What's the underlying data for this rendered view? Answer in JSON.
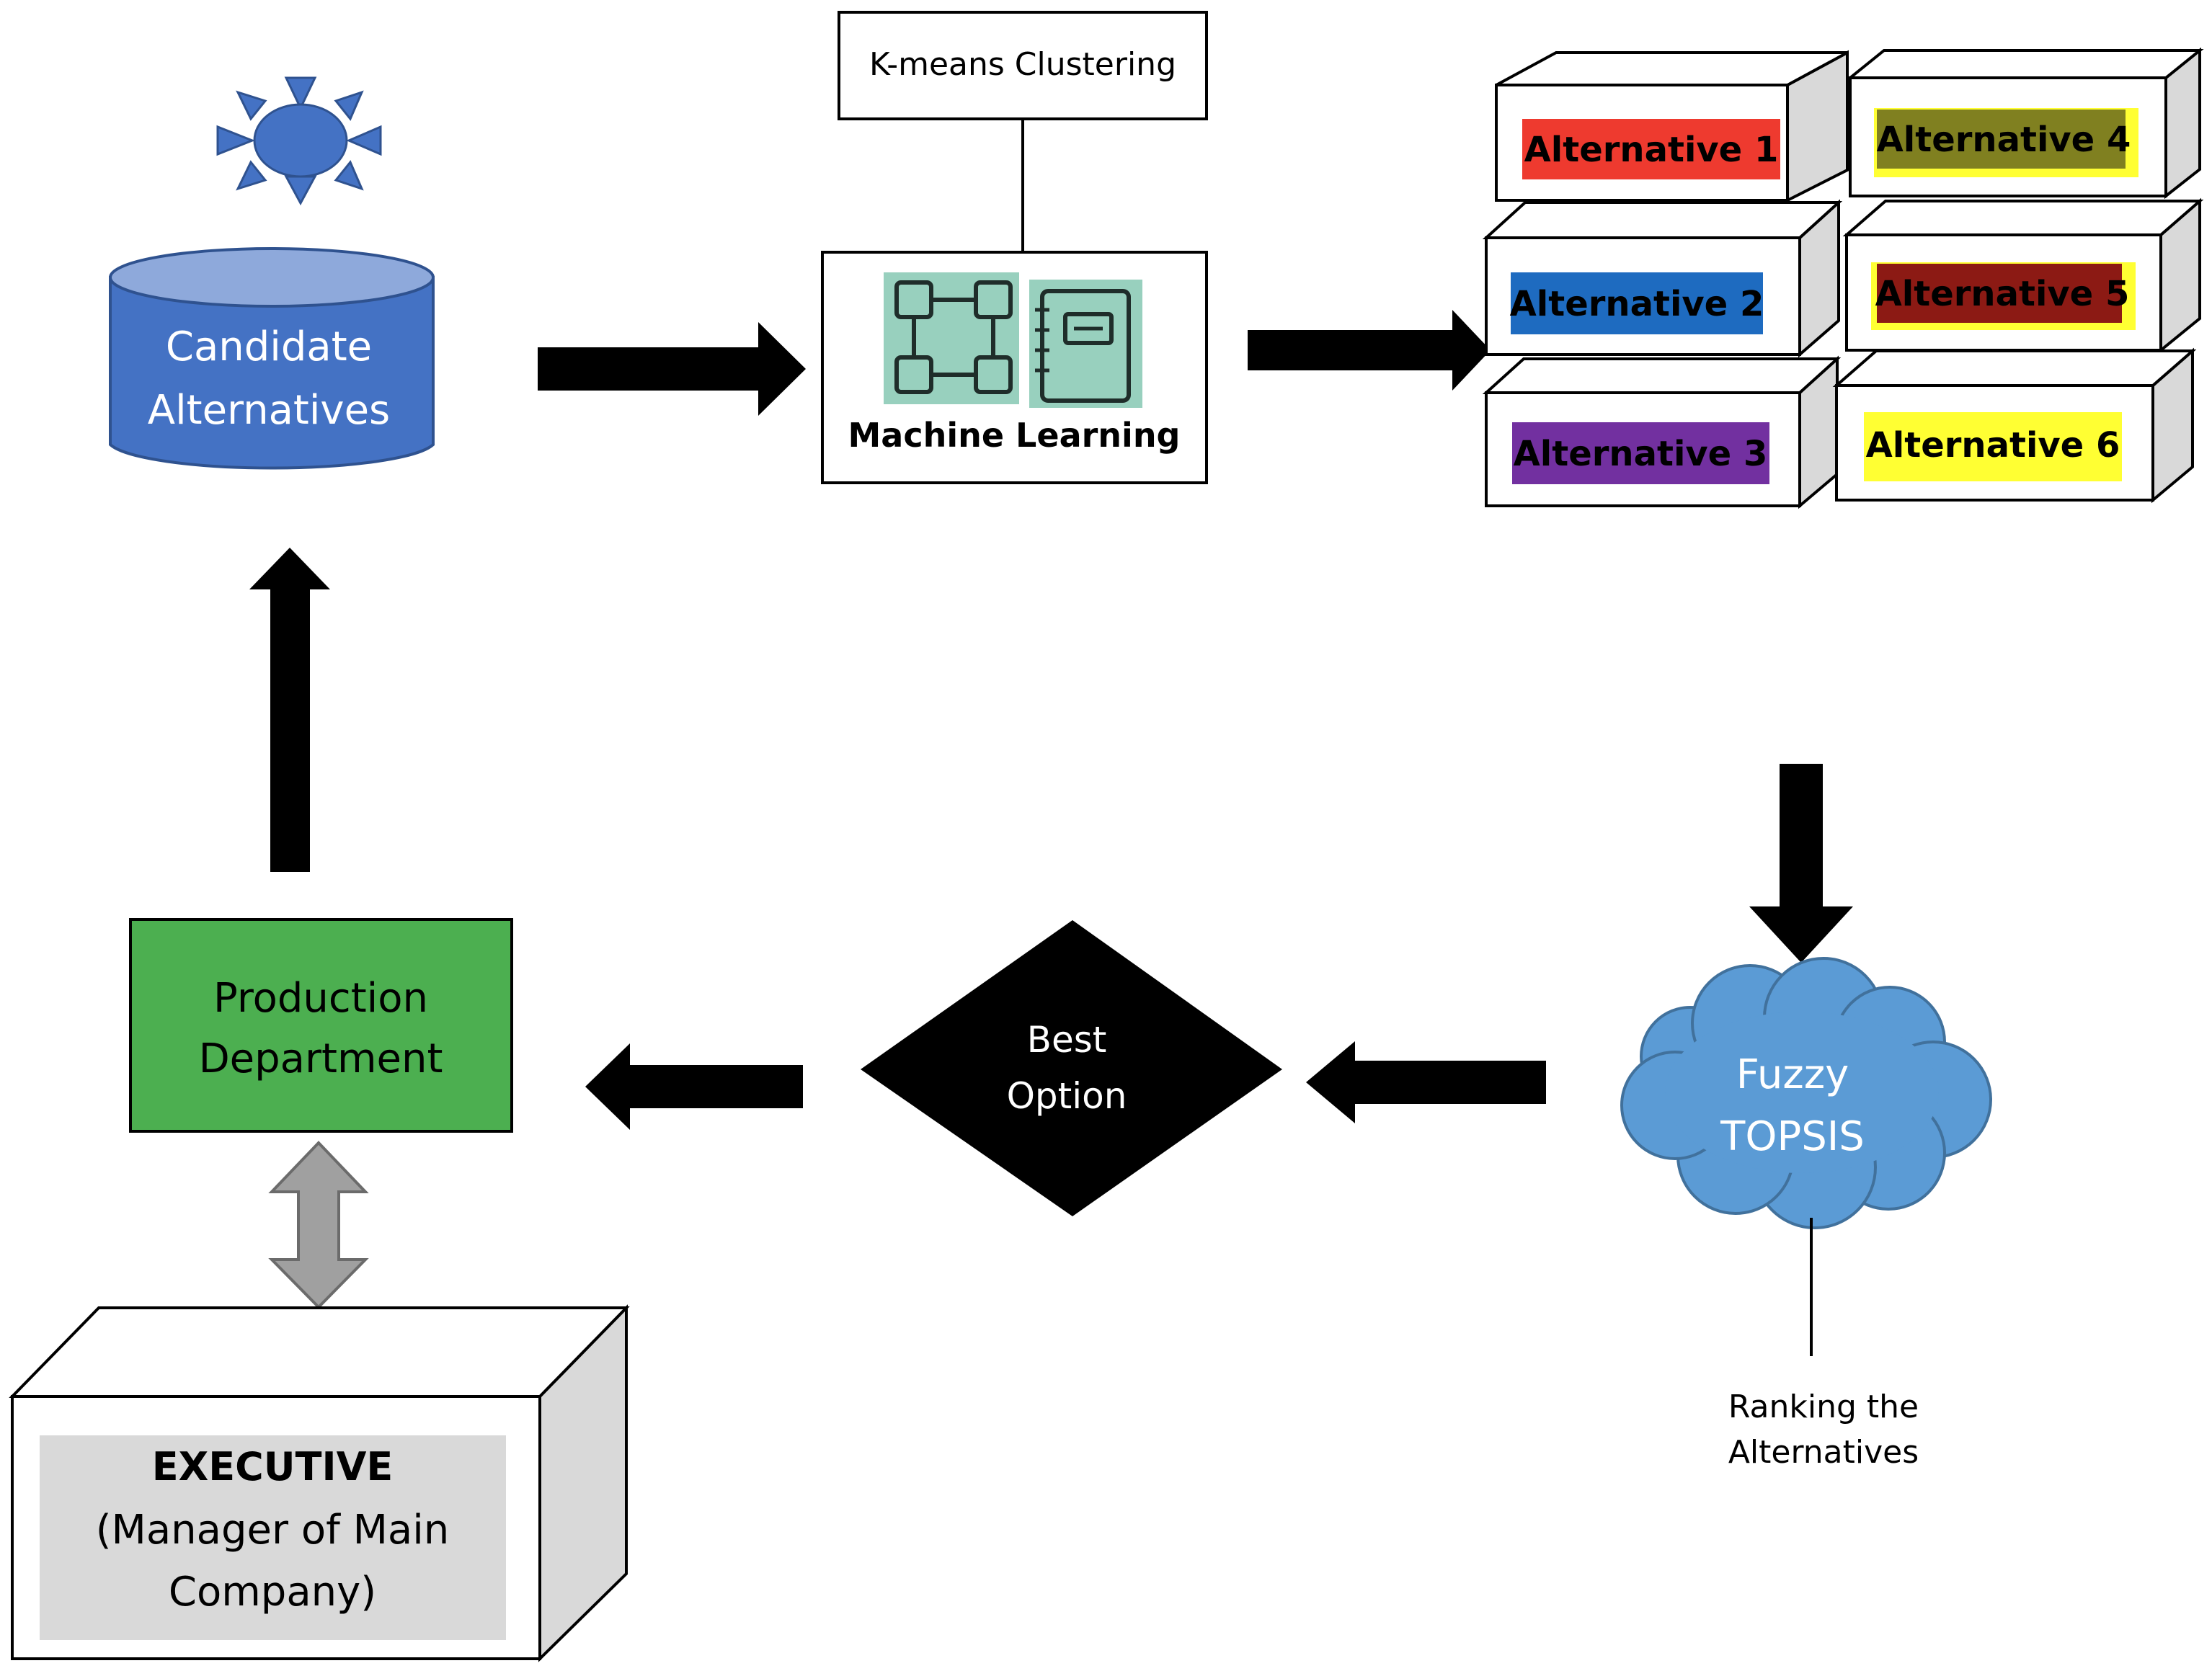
{
  "kmeans_label": "K-means Clustering",
  "ml_label": "Machine Learning",
  "candidate_lines": [
    "Candidate",
    "Alternatives"
  ],
  "alternatives": [
    {
      "label": "Alternative 1",
      "color": "#EE3A2F"
    },
    {
      "label": "Alternative 2",
      "color": "#1E6BC0"
    },
    {
      "label": "Alternative 3",
      "color": "#7230A0"
    },
    {
      "label": "Alternative 4",
      "color": "#808020",
      "highlight": "#FFFF33"
    },
    {
      "label": "Alternative 5",
      "color": "#8C1A14",
      "highlight": "#FFFF33"
    },
    {
      "label": "Alternative 6",
      "color": "#FFFF33"
    }
  ],
  "fuzzy_lines": [
    "Fuzzy",
    "TOPSIS"
  ],
  "ranking_lines": [
    "Ranking the",
    "Alternatives"
  ],
  "best_option_lines": [
    "Best",
    "Option"
  ],
  "production_lines": [
    "Production",
    "Department"
  ],
  "executive_title": "EXECUTIVE",
  "executive_lines": [
    "(Manager of Main",
    "Company)"
  ],
  "colors": {
    "db_body": "#4472C4",
    "db_top": "#8EA9DB",
    "sun": "#4472C4",
    "ml_icon": "#98D0BE",
    "cloud": "#5B9BD5",
    "production": "#4CAF50",
    "executive_panel": "#D9D9D9",
    "double_arrow": "#A0A0A0"
  }
}
